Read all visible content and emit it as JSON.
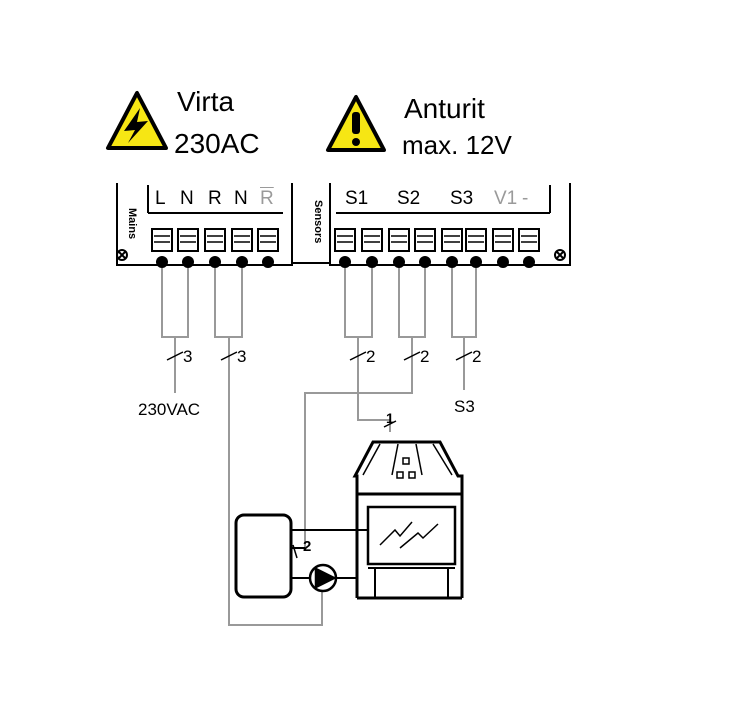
{
  "warnings": {
    "power": {
      "title": "Virta",
      "subtitle": "230AC",
      "icon": "high-voltage-warning-icon"
    },
    "sensors": {
      "title": "Anturit",
      "subtitle": "max. 12V",
      "icon": "exclamation-warning-icon"
    }
  },
  "mains_block": {
    "side_label": "Mains",
    "terminals": [
      "L",
      "N",
      "R",
      "N",
      "R"
    ],
    "disabled_terminal_index": 4
  },
  "sensors_block": {
    "side_label": "Sensors",
    "terminals": [
      "S1",
      "S2",
      "S3",
      "V1",
      "-"
    ],
    "disabled_terminal_indices": [
      3,
      4
    ]
  },
  "wires": {
    "mains_marks": [
      "3",
      "3"
    ],
    "sensor_marks": [
      "2",
      "2",
      "2"
    ],
    "supply_label": "230VAC",
    "s3_label": "S3",
    "fireplace_sensor_mark": "1",
    "tank_sensor_mark": "2"
  },
  "colors": {
    "line": "#000000",
    "wire": "#999999",
    "warning_fill": "#f6e614",
    "disabled_text": "#9a9a9a"
  }
}
